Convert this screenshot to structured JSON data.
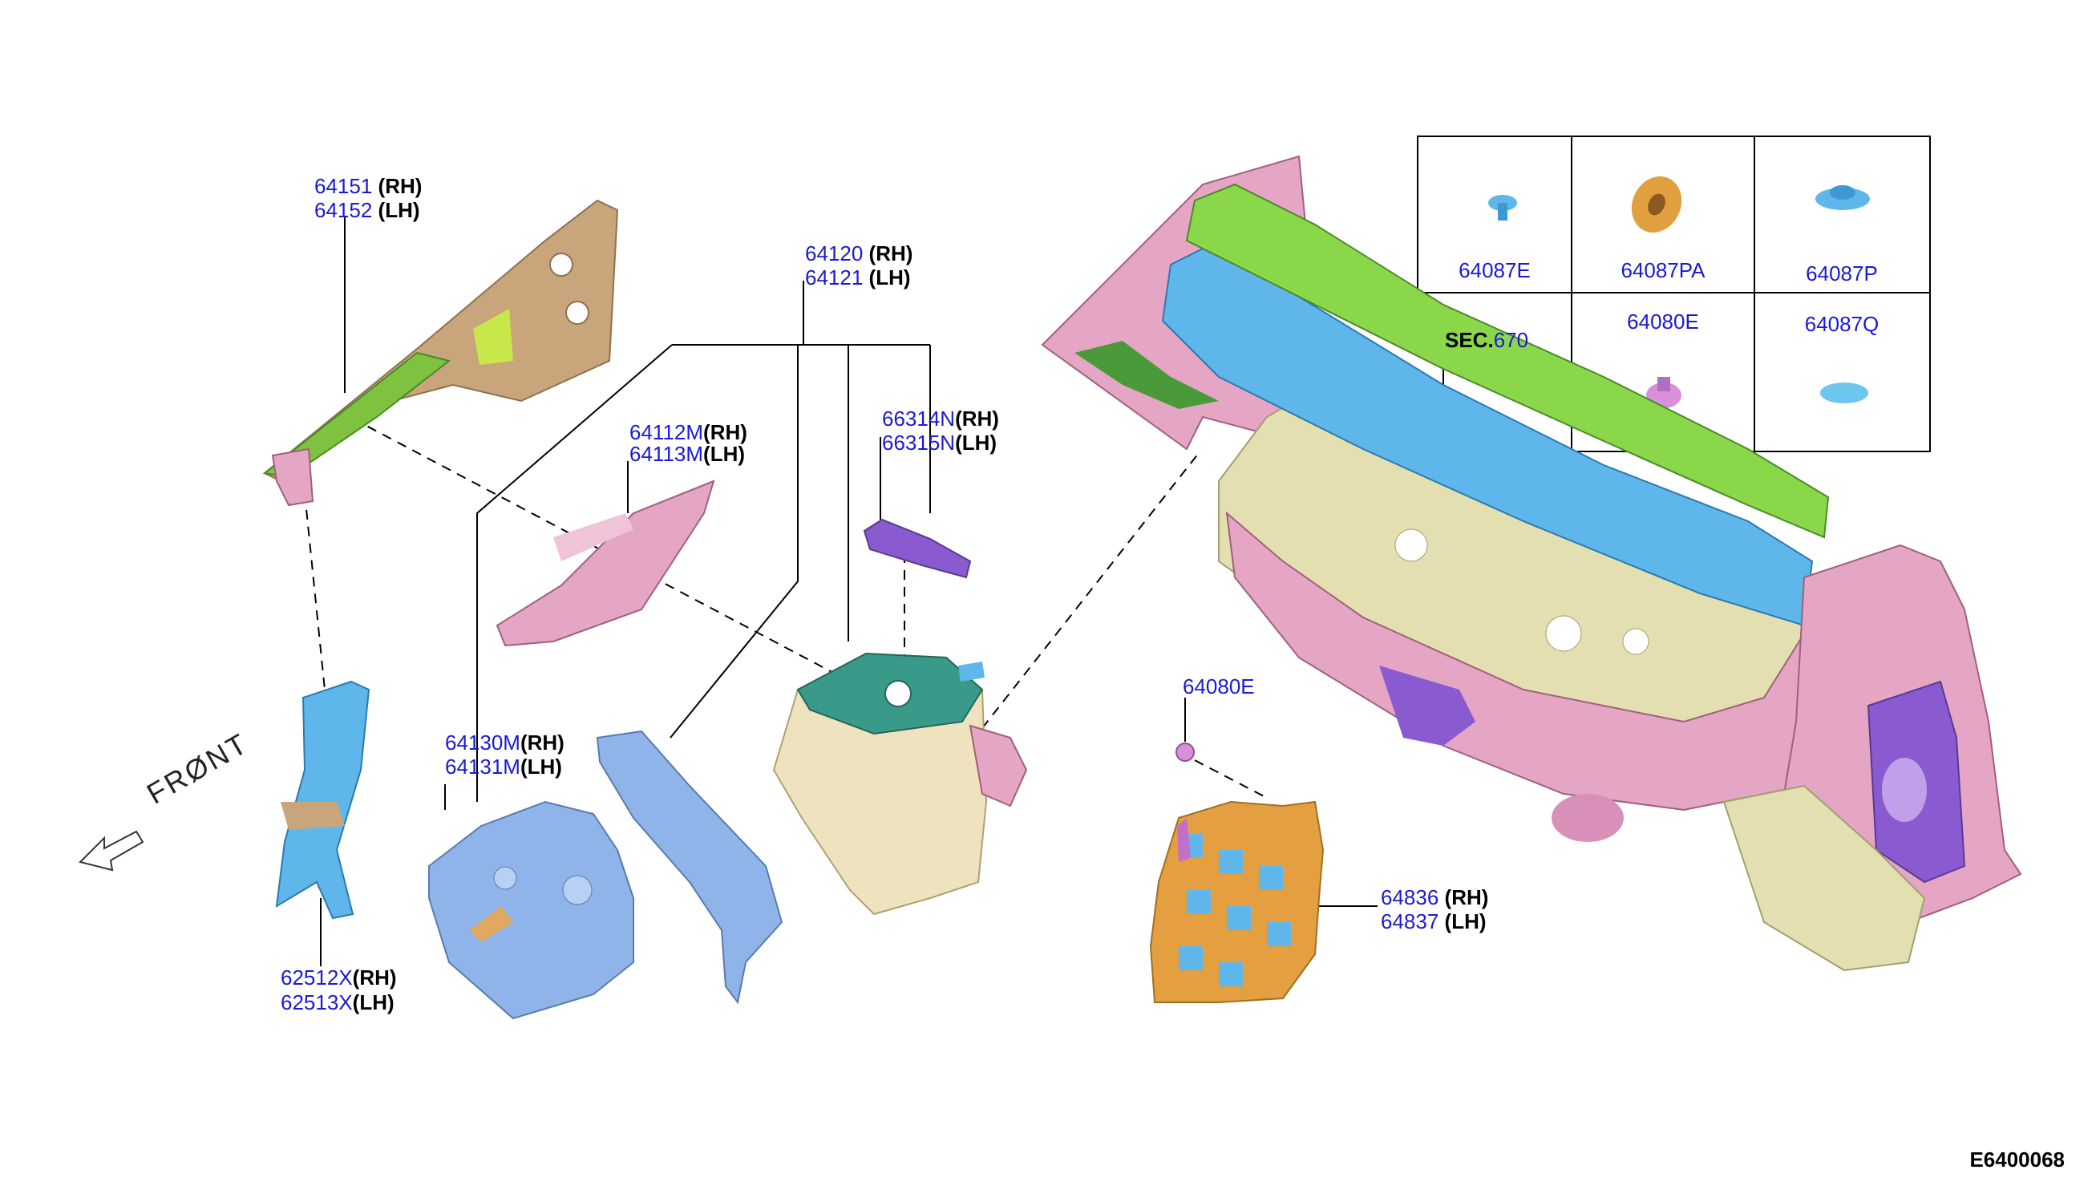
{
  "labels": {
    "l64151": {
      "part": "64151",
      "side": "(RH)"
    },
    "l64152": {
      "part": "64152",
      "side": "(LH)"
    },
    "l64120": {
      "part": "64120",
      "side": "(RH)"
    },
    "l64121": {
      "part": "64121",
      "side": "(LH)"
    },
    "l64112": {
      "part": "64112M",
      "side": "(RH)"
    },
    "l64113": {
      "part": "64113M",
      "side": "(LH)"
    },
    "l66314": {
      "part": "66314N",
      "side": "(RH)"
    },
    "l66315": {
      "part": "66315N",
      "side": "(LH)"
    },
    "l64130": {
      "part": "64130M",
      "side": "(RH)"
    },
    "l64131": {
      "part": "64131M",
      "side": "(LH)"
    },
    "l62512": {
      "part": "62512X",
      "side": "(RH)"
    },
    "l62513": {
      "part": "62513X",
      "side": "(LH)"
    },
    "l64836": {
      "part": "64836",
      "side": "(RH)"
    },
    "l64837": {
      "part": "64837",
      "side": "(LH)"
    },
    "l64080": {
      "part": "64080E"
    },
    "sec": {
      "prefix": "SEC.",
      "num": "670"
    }
  },
  "table": {
    "c1": "64087E",
    "c2": "64087PA",
    "c3": "64087P",
    "c4": "64080E",
    "c5": "64087Q"
  },
  "front_text": "FRØNT",
  "diagram_code": "E6400068",
  "colors": {
    "part_number": "#1a1ad6",
    "green": "#7fd23a",
    "tan": "#c9a87a",
    "beige": "#efe3bf",
    "pink": "#e7a6c4",
    "blue": "#5fb6ea",
    "light_blue": "#8fb4ea",
    "purple": "#8a5ad0",
    "orange": "#e4a040",
    "teal": "#3a9a8a"
  }
}
